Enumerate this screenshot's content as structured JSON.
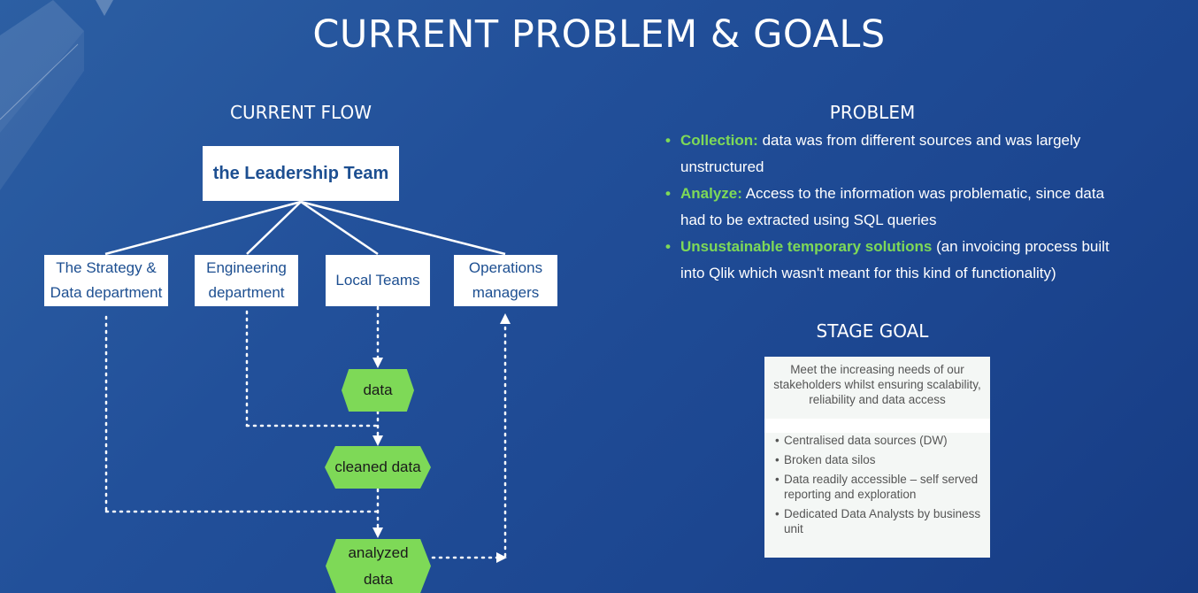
{
  "title": "CURRENT PROBLEM & GOALS",
  "flow": {
    "heading": "CURRENT FLOW",
    "leader": "the Leadership Team",
    "departments": [
      {
        "line1": "The Strategy &",
        "line2": "Data department"
      },
      {
        "line1": "Engineering",
        "line2": "department"
      },
      {
        "line1": "Local Teams",
        "line2": ""
      },
      {
        "line1": "Operations",
        "line2": "managers"
      }
    ],
    "nodes": {
      "data": "data",
      "cleaned": "cleaned data",
      "analyzed_line1": "analyzed",
      "analyzed_line2": "data"
    }
  },
  "problem": {
    "heading": "PROBLEM",
    "bullet": "•",
    "items": [
      {
        "key": "Collection",
        "sep": ":",
        "text": "  data was from different sources and was largely unstructured"
      },
      {
        "key": "Analyze",
        "sep": ":",
        "text": "  Access to the information was problematic, since data had to be extracted using SQL queries"
      },
      {
        "key": "Unsustainable temporary solutions",
        "sep": "",
        "text": " (an invoicing process built into Qlik which wasn't meant for this kind of functionality)"
      }
    ]
  },
  "goal": {
    "heading": "STAGE GOAL",
    "summary": "Meet the increasing needs of our stakeholders whilst ensuring scalability, reliability and data access",
    "bullet": "•",
    "items": [
      "Centralised data sources (DW)",
      "Broken data silos",
      "Data readily accessible – self served reporting and exploration",
      "Dedicated Data Analysts by business unit"
    ]
  },
  "colors": {
    "accent_green": "#7ed957",
    "box_text": "#1d4f91",
    "background": "#1f4b93"
  }
}
